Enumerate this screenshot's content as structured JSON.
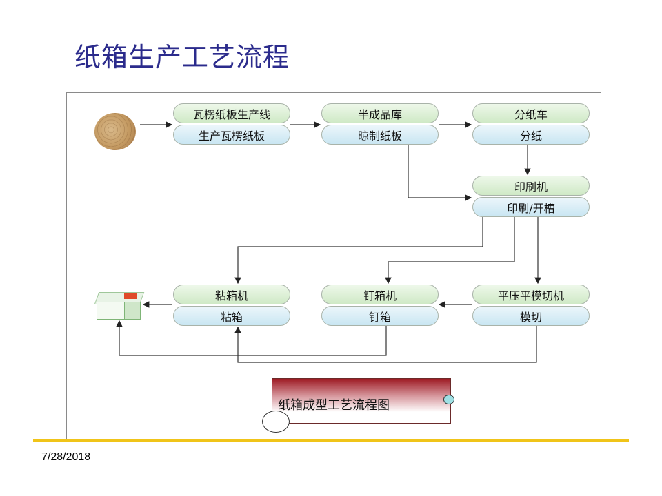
{
  "title": "纸箱生产工艺流程",
  "date": "7/28/2018",
  "steps": {
    "corrugator": {
      "machine": "瓦楞纸板生产线",
      "process": "生产瓦楞纸板"
    },
    "warehouse": {
      "machine": "半成品库",
      "process": "晾制纸板"
    },
    "slitter": {
      "machine": "分纸车",
      "process": "分纸"
    },
    "printer": {
      "machine": "印刷机",
      "process": "印刷/开槽"
    },
    "diecut": {
      "machine": "平压平模切机",
      "process": "模切"
    },
    "stitcher": {
      "machine": "钉箱机",
      "process": "钉箱"
    },
    "gluer": {
      "machine": "粘箱机",
      "process": "粘箱"
    }
  },
  "legend": "纸箱成型工艺流程图",
  "colors": {
    "title": "#2b2b8c",
    "machine_fill": "#d8eed0",
    "process_fill": "#d3ebf5",
    "rule": "#f0c419",
    "legend_fill": "#9e1b24"
  },
  "icons": {
    "input": "paper-roll",
    "output": "finished-carton"
  }
}
